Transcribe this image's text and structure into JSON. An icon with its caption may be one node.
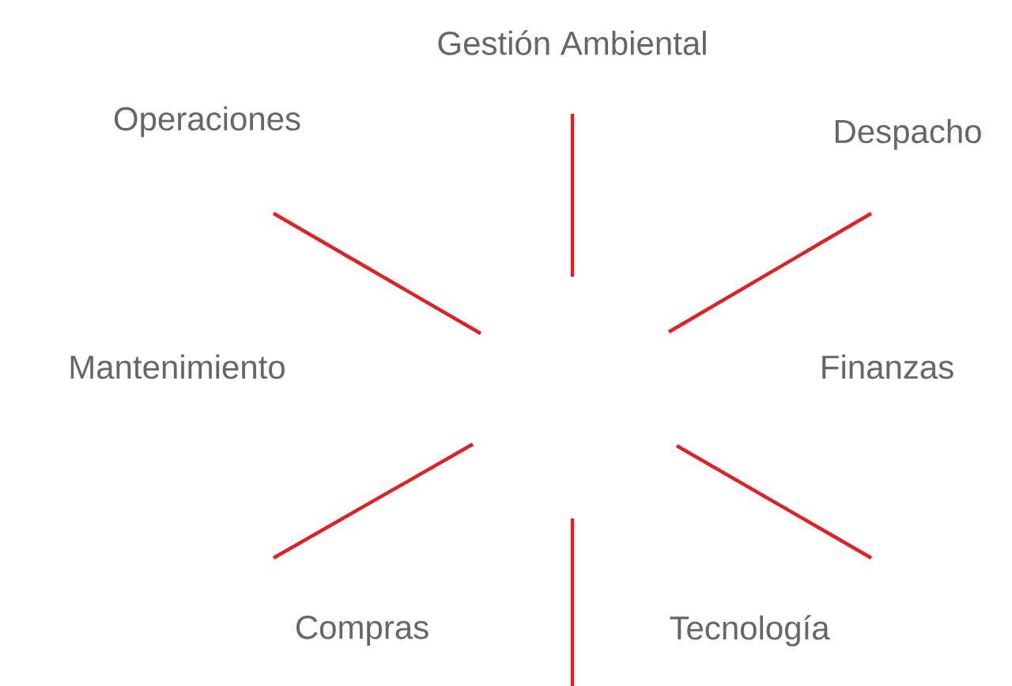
{
  "diagram": {
    "labels": [
      "Gestión Ambiental",
      "Operaciones",
      "Despacho",
      "Mantenimiento",
      "Finanzas",
      "Compras",
      "Tecnología"
    ]
  }
}
